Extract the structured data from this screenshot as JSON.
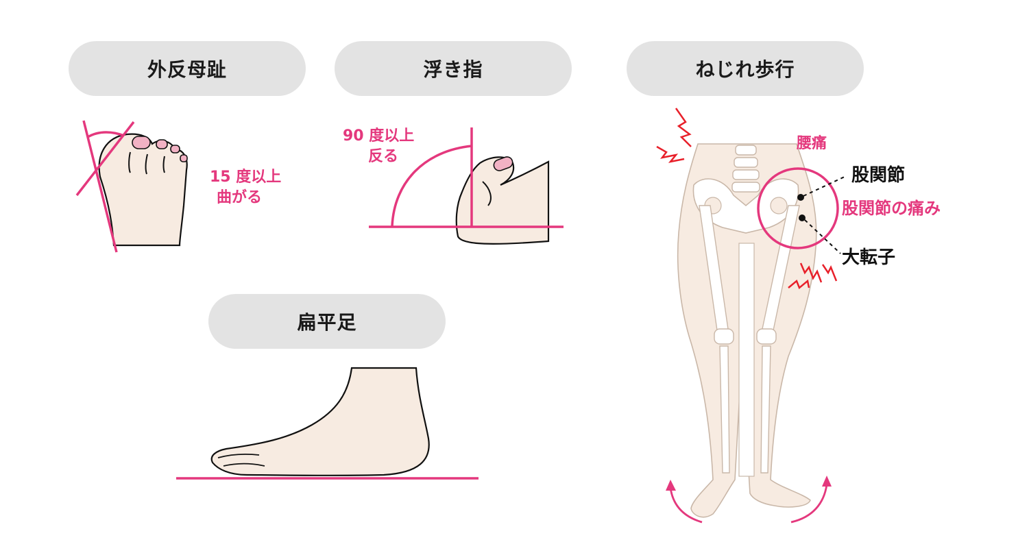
{
  "sections": {
    "hallux_valgus": {
      "title": "外反母趾",
      "note_line1": "15 度以上",
      "note_line2": "曲がる"
    },
    "floating_toe": {
      "title": "浮き指",
      "note_line1": "90 度以上",
      "note_line2": "反る"
    },
    "flat_foot": {
      "title": "扁平足"
    },
    "twisted_gait": {
      "title": "ねじれ歩行",
      "lower_back_pain": "腰痛",
      "hip_joint": "股関節",
      "hip_joint_pain": "股関節の痛み",
      "greater_trochanter": "大転子"
    }
  },
  "colors": {
    "accent": "#e4387d",
    "skin": "#f7ebe1",
    "pill": "#e3e3e3",
    "bone": "#ffffff",
    "pain": "#e8202a",
    "nail": "#f2b2c4"
  }
}
